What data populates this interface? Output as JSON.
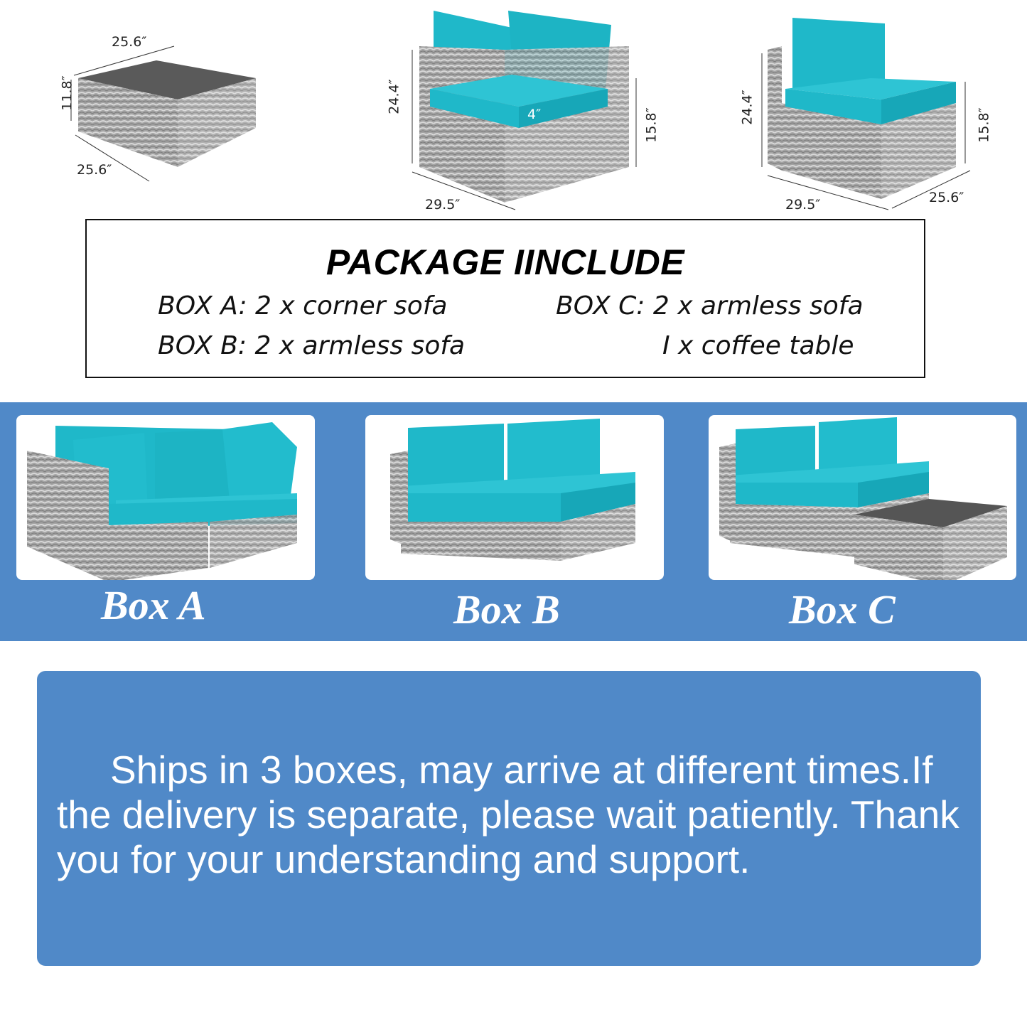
{
  "dimensions": {
    "table": {
      "top": "25.6″",
      "height": "11.8″",
      "depth": "25.6″"
    },
    "corner_sofa": {
      "height": "24.4″",
      "seat_height": "15.8″",
      "width": "29.5″",
      "cushion": "4″"
    },
    "armless_sofa": {
      "height": "24.4″",
      "seat_height": "15.8″",
      "width": "29.5″",
      "depth": "25.6″"
    }
  },
  "package": {
    "title": "PACKAGE IINCLUDE",
    "box_a": "BOX A: 2 x corner sofa",
    "box_b": "BOX B: 2 x armless sofa",
    "box_c": "BOX C: 2 x armless sofa",
    "box_c_extra": "I x coffee table"
  },
  "boxes": [
    {
      "label": "Box A"
    },
    {
      "label": "Box B"
    },
    {
      "label": "Box C"
    }
  ],
  "notice": {
    "text": "Ships in 3 boxes, may arrive at different times.If the delivery is separate, please wait patiently. Thank you for your understanding and support."
  },
  "colors": {
    "cushion": "#1fb8c9",
    "wicker": "#9a9a9a",
    "band": "#5089c8",
    "text_white": "#ffffff"
  }
}
